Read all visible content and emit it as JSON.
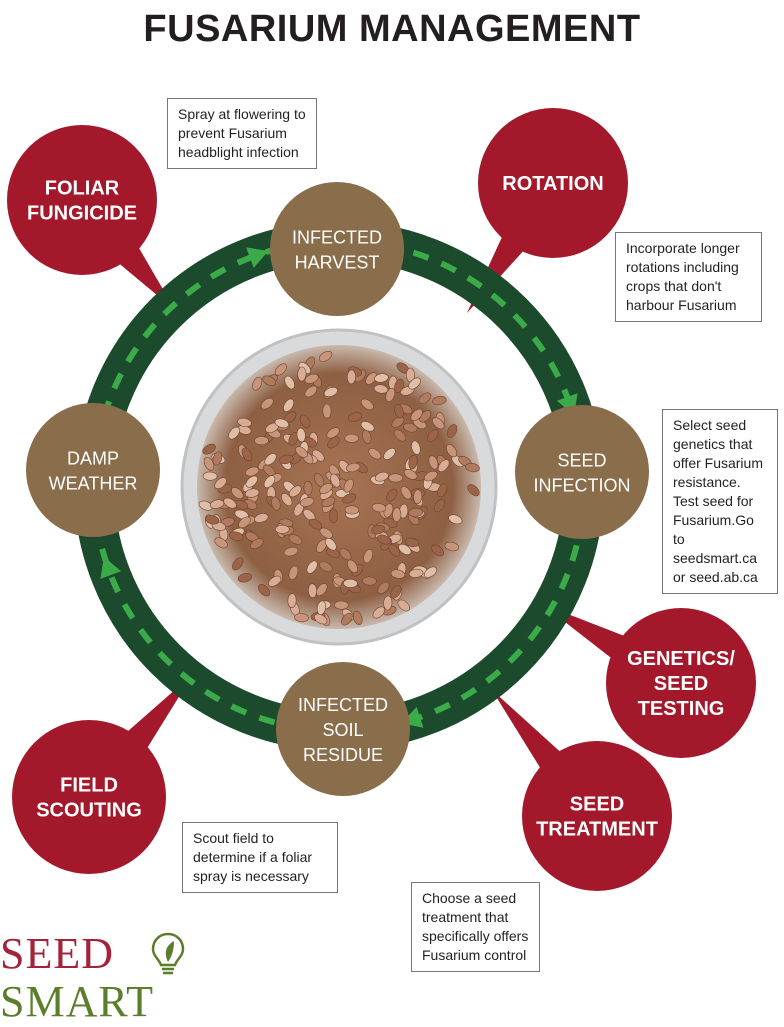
{
  "title": "FUSARIUM MANAGEMENT",
  "colors": {
    "ring": "#1c4a2c",
    "arrow": "#3bab4a",
    "stage_circle": "#8a6d4b",
    "action_circle": "#a3182b",
    "dish": "#d9dadb",
    "grain": "#9c6a4d"
  },
  "cycle_stages": [
    {
      "label_lines": [
        "INFECTED",
        "HARVEST"
      ]
    },
    {
      "label_lines": [
        "SEED",
        "INFECTION"
      ]
    },
    {
      "label_lines": [
        "INFECTED",
        "SOIL",
        "RESIDUE"
      ]
    },
    {
      "label_lines": [
        "DAMP",
        "WEATHER"
      ]
    }
  ],
  "actions": [
    {
      "label_lines": [
        "FOLIAR",
        "FUNGICIDE"
      ]
    },
    {
      "label_lines": [
        "ROTATION"
      ]
    },
    {
      "label_lines": [
        "GENETICS/",
        "SEED",
        "TESTING"
      ]
    },
    {
      "label_lines": [
        "SEED",
        "TREATMENT"
      ]
    },
    {
      "label_lines": [
        "FIELD",
        "SCOUTING"
      ]
    }
  ],
  "notes": {
    "foliar_fungicide": "Spray at flowering to prevent Fusarium headblight infection",
    "rotation": "Incorporate longer rotations including crops that don't harbour Fusarium",
    "genetics_seed_testing": "Select seed genetics that offer Fusarium resistance. Test seed for Fusarium.Go to seedsmart.ca or seed.ab.ca",
    "seed_treatment": "Choose a seed treatment that specifically offers Fusarium control",
    "field_scouting": "Scout field to determine if a foliar spray is necessary"
  },
  "logo": {
    "line1": "SEED",
    "line2": "SMART",
    "icon": "lightbulb-leaf-icon"
  }
}
